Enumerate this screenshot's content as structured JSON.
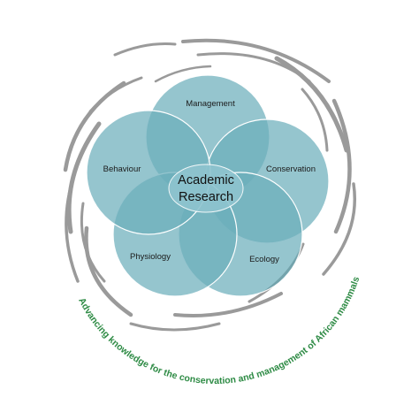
{
  "center": {
    "line1": "Academic",
    "line2": "Research"
  },
  "petals": [
    {
      "key": "management",
      "label": "Management"
    },
    {
      "key": "conservation",
      "label": "Conservation"
    },
    {
      "key": "ecology",
      "label": "Ecology"
    },
    {
      "key": "physiology",
      "label": "Physiology"
    },
    {
      "key": "behaviour",
      "label": "Behaviour"
    }
  ],
  "tagline": "Advancing knowledge for the conservation and management of African mammals",
  "colors": {
    "petal_fill": "#5fa7b6",
    "petal_stroke": "#ffffff",
    "center_fill": "#8fc4cf",
    "swirl": "#9a9a9a",
    "tagline": "#2e8b45"
  }
}
